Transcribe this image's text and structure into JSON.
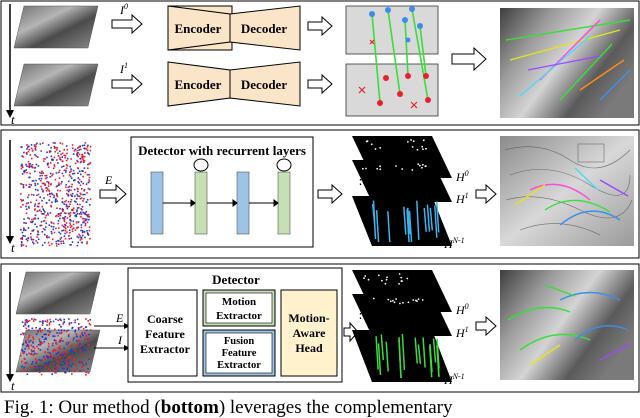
{
  "rows": {
    "top": {
      "input_labels": [
        "I",
        "I"
      ],
      "input_sups": [
        "0",
        "1"
      ],
      "encoder_label": "Encoder",
      "decoder_label": "Decoder",
      "time_label": "t"
    },
    "middle": {
      "event_label": "E",
      "detector_title": "Detector with recurrent layers",
      "dots": "⋮",
      "heatmap_labels": [
        "H",
        "H",
        "H"
      ],
      "heatmap_sups": [
        "0",
        "1",
        "N-1"
      ],
      "time_label": "t"
    },
    "bottom": {
      "detector_title": "Detector",
      "coarse_label": [
        "Coarse",
        "Feature",
        "Extractor"
      ],
      "motion_label": [
        "Motion",
        "Extractor"
      ],
      "fusion_label": [
        "Fusion",
        "Feature",
        "Extractor"
      ],
      "head_label": [
        "Motion-",
        "Aware",
        "Head"
      ],
      "event_label": "E",
      "image_label": "I",
      "dots": "⋮",
      "heatmap_labels": [
        "H",
        "H",
        "H"
      ],
      "heatmap_sups": [
        "0",
        "1",
        "N-1"
      ],
      "time_label": "t"
    }
  },
  "caption": {
    "prefix": "Fig. 1: Our method (",
    "bold": "bottom",
    "suffix": ") leverages the complementary"
  },
  "colors": {
    "encoder_fill": "#fbe5c8",
    "decoder_fill": "#fbe5c8",
    "blue_layer": "#9dc3e6",
    "green_layer": "#c5e0b4",
    "head_fill": "#fff2cc",
    "track_green": "#3cdc3c",
    "track_blue": "#3b8ee8",
    "point_red": "#e8202a"
  }
}
